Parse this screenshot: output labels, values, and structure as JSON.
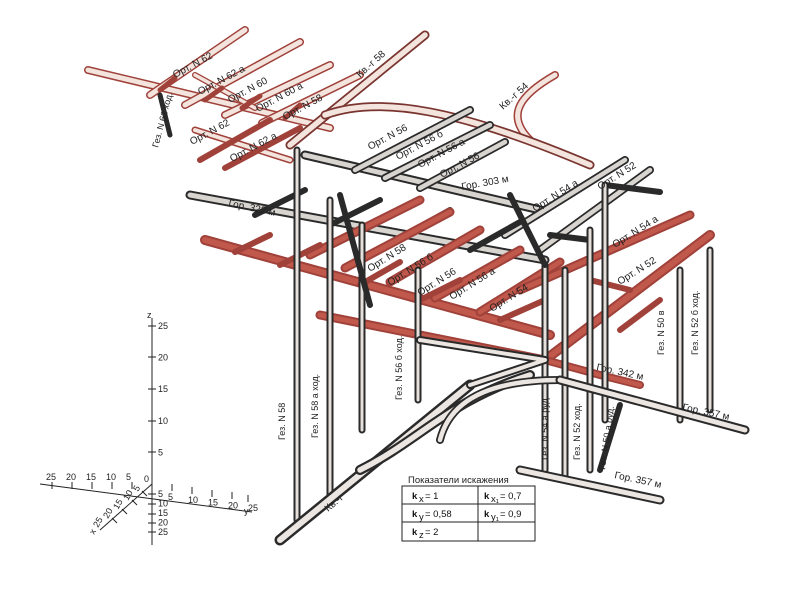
{
  "labels": {
    "ort62": "Орт. N 62",
    "ort62a_top": "Орт. N 62 а",
    "ort60_top": "Орт. N 60",
    "ort60a_top": "Орт. N 60 а",
    "ort58_top": "Орт. N 58",
    "kvg58": "Кв.-г 58",
    "kvg54": "Кв.-г 54",
    "gez62": "Гез. N 62 ход.",
    "ort62_mid": "Орт. N 62",
    "ort62a_mid": "Орт. N 62 а",
    "ort56": "Орт. N 56",
    "ort56b": "Орт. N 56 б",
    "ort56a": "Орт. N 56 а",
    "ort56v": "Орт. N 56",
    "gor303": "Гор. 303 м",
    "gor322": "Гор. 322 м",
    "ort54a": "Орт. N 54 а",
    "ort52_up": "Орт. N 52",
    "ort54a_r": "Орт. N 54 а",
    "ort52_r": "Орт. N 52",
    "ort58_low": "Орт. N 58",
    "ort56b_low": "Орт. N 56 б",
    "ort56_low": "Орт. N 56",
    "ort56a_low": "Орт. N 56 а",
    "ort54": "Орт. N 54",
    "gez58": "Гез. N 58",
    "gez58a": "Гез. N 58 а ход.",
    "gez56b": "Гез. N 56 б ход.",
    "gez54a": "Гез. N 54 а руд.",
    "gez52": "Гез. N 52 ход.",
    "gez50a": "Гез. N 50 а руд.",
    "gez50v": "Гез. N 50 в",
    "gez52b": "Гез. N 52 б ход.",
    "gor342": "Гор. 342 м",
    "gor357a": "Гор. 357 м",
    "gor357b": "Гор. 357 м",
    "kvg_bottom": "Кв.-г"
  },
  "axes": {
    "z_label": "z",
    "y_label": "y",
    "x_label": "x",
    "z_ticks": [
      "25",
      "20",
      "15",
      "10",
      "5"
    ],
    "neg_z_ticks": [
      "5",
      "10",
      "15",
      "20",
      "25"
    ],
    "left_ticks": [
      "25",
      "20",
      "15",
      "10",
      "5"
    ],
    "y_ticks": [
      "5",
      "10",
      "15",
      "20",
      "25"
    ],
    "x_ticks": [
      "25",
      "20",
      "15",
      "10",
      "5"
    ],
    "origin": "0"
  },
  "legend": {
    "title": "Показатели искажения",
    "kx": "= 1",
    "kx1": "= 0,7",
    "ky": "= 0,58",
    "ky1": "= 0,9",
    "kz": "= 2"
  },
  "colors": {
    "paper": "#ffffff",
    "dark_ink": "#2a2a2a",
    "red_ink": "#a0413a",
    "pink_fill": "#e9c4bd",
    "pale_fill": "#f3e4de",
    "red_fill": "#c0584c"
  }
}
